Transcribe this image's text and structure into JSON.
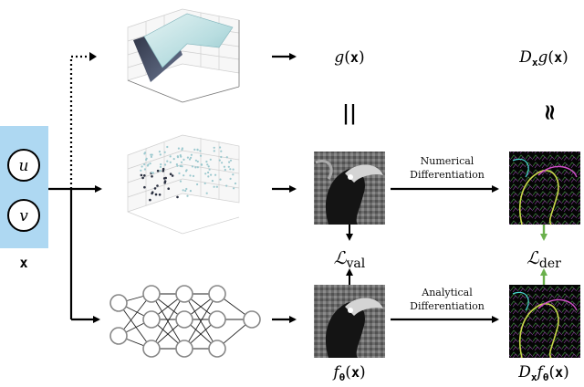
{
  "input": {
    "node_u": "u",
    "node_v": "v",
    "vector_label": "x"
  },
  "outputs": {
    "g_func": "g",
    "g_arg": "x",
    "derivative_D": "D",
    "derivative_sub": "x",
    "f_func": "f",
    "f_sub": "θ",
    "f_arg": "x"
  },
  "relations": {
    "equals_symbol": "||",
    "approx_symbol": "≈"
  },
  "losses": {
    "val_symbol": "ℒ",
    "val_sub": "val",
    "der_symbol": "ℒ",
    "der_sub": "der"
  },
  "arrows": {
    "numerical_line1": "Numerical",
    "numerical_line2": "Differentiation",
    "analytical_line1": "Analytical",
    "analytical_line2": "Differentiation"
  },
  "colors": {
    "input_panel": "#aed8f2",
    "loss_arrow": "#6ab04c",
    "surface_light": "#cfe8ea",
    "surface_dark": "#3d4458"
  },
  "icons": [
    "dotted-arrow-icon",
    "surface-plot-icon",
    "scatter-plot-icon",
    "neural-network-icon",
    "toucan-image-icon",
    "edge-map-icon"
  ]
}
